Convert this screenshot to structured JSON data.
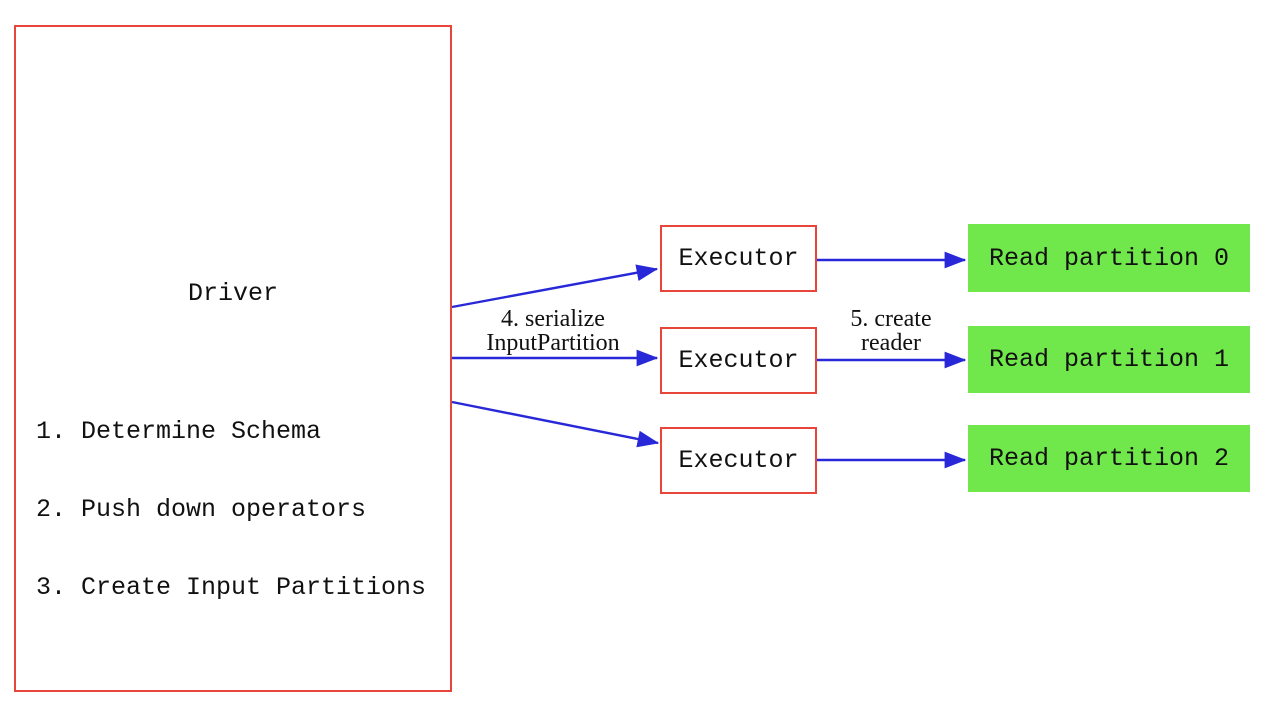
{
  "colors": {
    "background": "#ffffff",
    "box_border_red": "#e8453a",
    "arrow_blue": "#2828d8",
    "partition_green": "#70e74a",
    "text_black": "#111111"
  },
  "driver": {
    "title": "Driver",
    "steps": [
      "1. Determine Schema",
      "2. Push down operators",
      "3. Create Input Partitions"
    ]
  },
  "executors": [
    "Executor",
    "Executor",
    "Executor"
  ],
  "partitions": [
    "Read partition 0",
    "Read partition 1",
    "Read partition 2"
  ],
  "edge_labels": {
    "serialize": "4. serialize\nInputPartition",
    "create_reader": "5. create\nreader"
  }
}
